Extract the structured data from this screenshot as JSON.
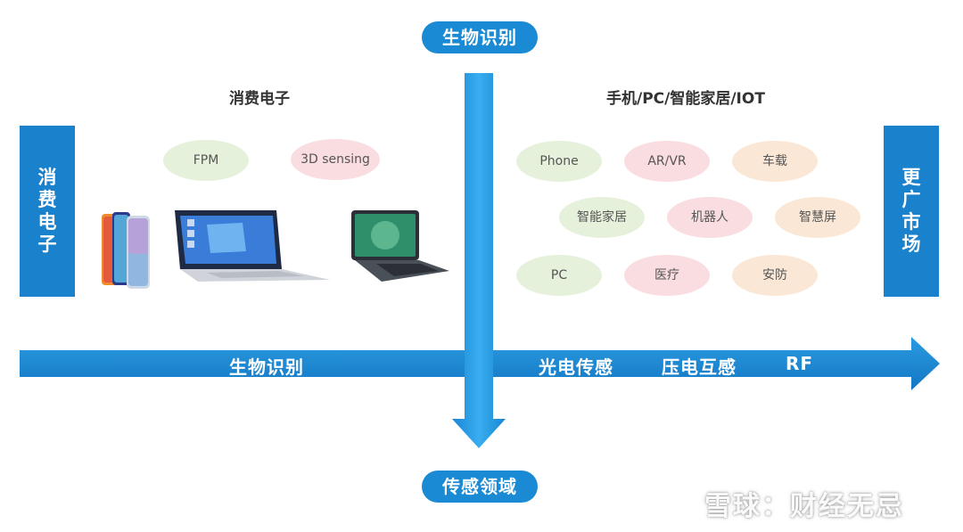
{
  "top_label": "生物识别",
  "bottom_label": "传感领域",
  "left_box_chars": [
    "消",
    "费",
    "电",
    "子"
  ],
  "right_box_chars": [
    "更",
    "广",
    "市",
    "场"
  ],
  "left_section_title": "消费电子",
  "right_section_title": "手机/PC/智能家居/IOT",
  "left_tags": [
    "FPM",
    "3D sensing"
  ],
  "right_tags": [
    "Phone",
    "AR/VR",
    "车载",
    "智能家居",
    "机器人",
    "智慧屏",
    "PC",
    "医疗",
    "安防"
  ],
  "horizontal_arrow_labels": [
    "生物识别",
    "光电传感",
    "压电互感",
    "RF"
  ],
  "watermark": "雪球：财经无忌",
  "colors": {
    "accent": "#1a8ad4",
    "tag_green": "#e6f1dc",
    "tag_pink": "#f9dde0",
    "tag_peach": "#fbe7d5"
  }
}
